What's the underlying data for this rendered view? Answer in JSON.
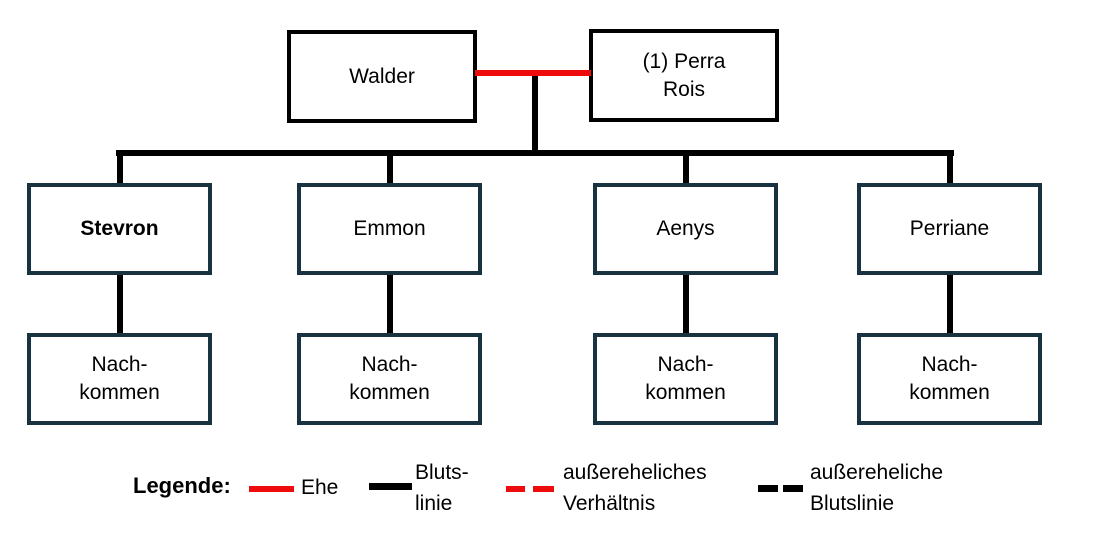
{
  "colors": {
    "background": "#ffffff",
    "parent_box_border": "#000000",
    "child_box_border": "#18323f",
    "bloodline_black": "#000000",
    "marriage_red": "#ee0b0b",
    "text": "#000000"
  },
  "tree": {
    "parents": [
      {
        "label": "Walder"
      },
      {
        "line1": "(1) Perra",
        "line2": "Rois"
      }
    ],
    "children": [
      {
        "label": "Stevron"
      },
      {
        "label": "Emmon"
      },
      {
        "label": "Aenys"
      },
      {
        "label": "Perriane"
      }
    ],
    "descendants_box": {
      "line1": "Nach-",
      "line2": "kommen"
    }
  },
  "legend": {
    "title": "Legende:",
    "items": [
      {
        "line1": "Ehe",
        "line2": "",
        "swatch": "red-solid"
      },
      {
        "line1": "Bluts-",
        "line2": "linie",
        "swatch": "black-solid"
      },
      {
        "line1": "außereheliches",
        "line2": "Verhältnis",
        "swatch": "red-dashed"
      },
      {
        "line1": "außereheliche",
        "line2": "Blutslinie",
        "swatch": "black-dashed"
      }
    ]
  }
}
